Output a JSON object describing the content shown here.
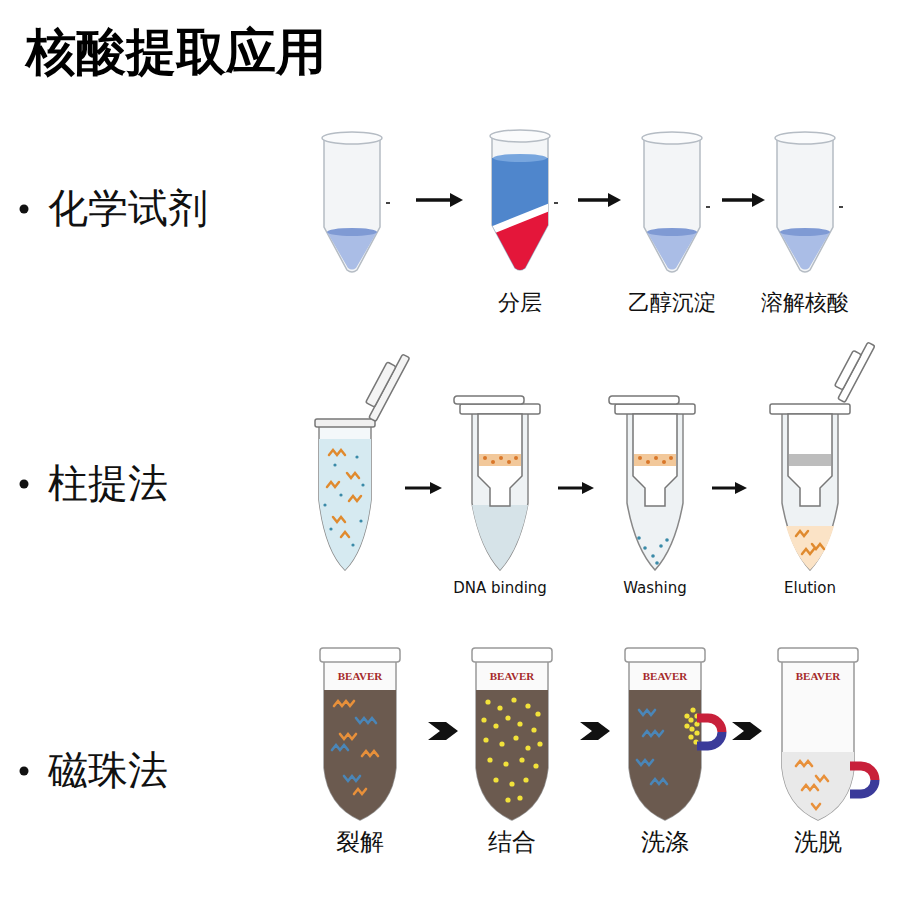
{
  "diagram": {
    "title": "核酸提取应用",
    "labels": [
      "化学试剂",
      "分层",
      "乙醇沉淀",
      "溶解核酸",
      "柱提法",
      "DNA binding",
      "Washing",
      "Elution",
      "磁珠法",
      "BEAVER",
      "BEAVER",
      "BEAVER",
      "BEAVER",
      "裂解",
      "结合",
      "洗涤",
      "洗脱"
    ]
  }
}
